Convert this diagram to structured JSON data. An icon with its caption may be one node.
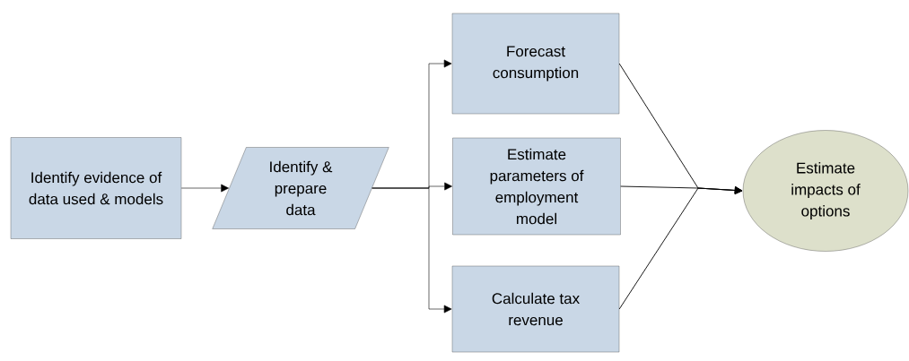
{
  "diagram": {
    "nodes": [
      {
        "text": [
          "Identify evidence of data used & models"
        ]
      },
      {
        "text": [
          "Identify & prepare data"
        ]
      },
      {
        "text": [
          "Forecast consumption"
        ]
      },
      {
        "text": [
          "Estimate parameters of employment model"
        ]
      },
      {
        "text": [
          "Calculate tax revenue"
        ]
      },
      {
        "text": [
          "Estimate impacts of options"
        ]
      }
    ],
    "edges": [
      {
        "from": 0,
        "to": 1,
        "arrow": "to"
      },
      {
        "from": 1,
        "to": 2,
        "arrow": "to"
      },
      {
        "from": 1,
        "to": 3,
        "arrow": "to"
      },
      {
        "from": 1,
        "to": 4,
        "arrow": "to"
      },
      {
        "from": 2,
        "to": 5,
        "arrow": "to"
      },
      {
        "from": 3,
        "to": 5,
        "arrow": "to"
      },
      {
        "from": 4,
        "to": 5,
        "arrow": "to"
      }
    ]
  }
}
